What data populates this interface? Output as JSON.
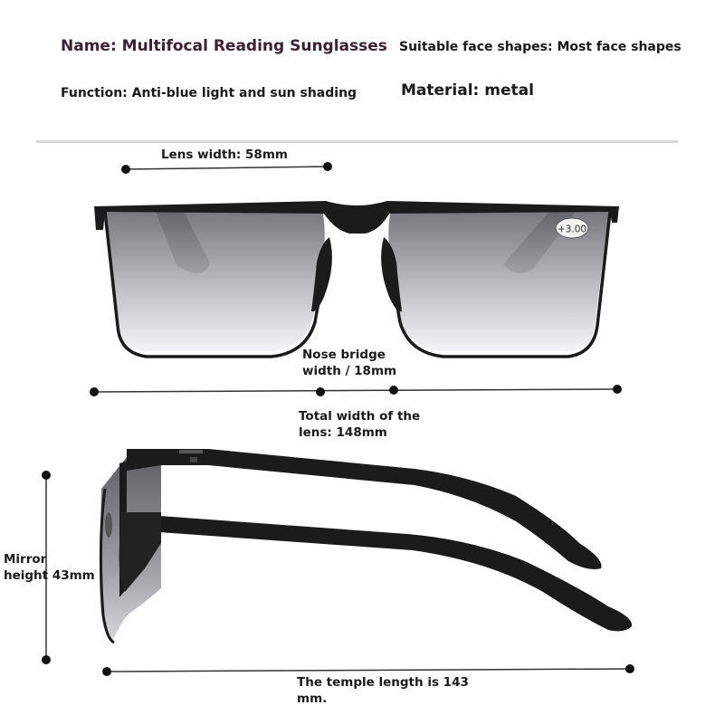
{
  "header": {
    "name": "Name: Multifocal Reading Sunglasses",
    "face_shapes": "Suitable face shapes: Most face shapes",
    "function": "Function: Anti-blue light and sun shading",
    "material": "Material: metal"
  },
  "dimensions": {
    "lens_width": "Lens width: 58mm",
    "nose_bridge_line1": "Nose bridge",
    "nose_bridge_line2": "width / 18mm",
    "total_width_line1": "Total width of the",
    "total_width_line2": "lens: 148mm",
    "mirror_height_line1": "Mirror",
    "mirror_height_line2": "height 43mm",
    "temple_length_line1": "The temple length is 143",
    "temple_length_line2": "mm."
  },
  "lens_marking": "+3.00",
  "colors": {
    "frame": "#1b1b1b",
    "lens_top": "#6d6d74",
    "lens_bottom": "#f3f3f5",
    "title_text": "#3a2233",
    "divider": "#d6d6d6"
  }
}
